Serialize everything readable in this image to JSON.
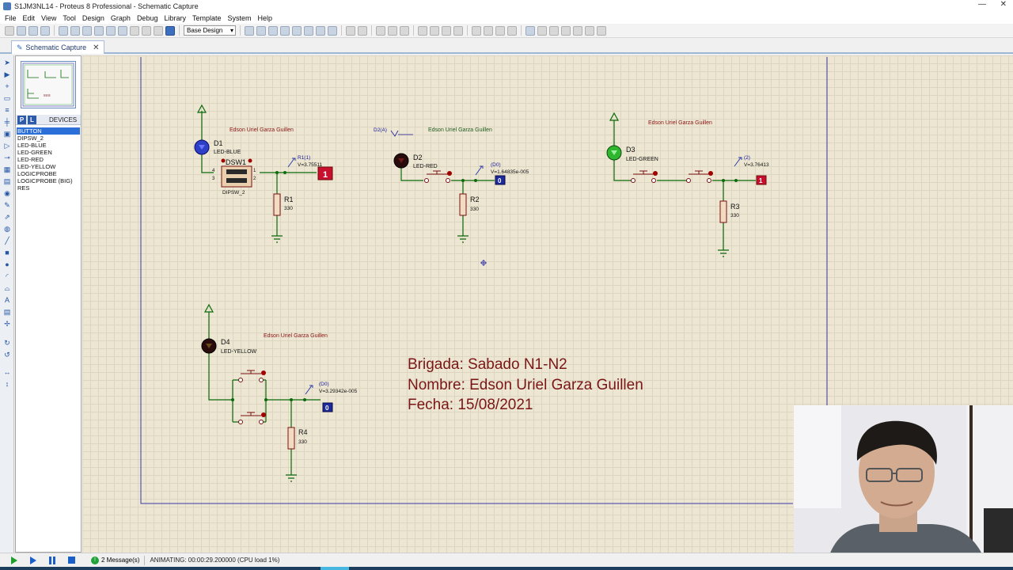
{
  "window": {
    "title": "S1JM3NL14 - Proteus 8 Professional - Schematic Capture",
    "minimize": "—",
    "close": "✕"
  },
  "menu": [
    "File",
    "Edit",
    "View",
    "Tool",
    "Design",
    "Graph",
    "Debug",
    "Library",
    "Template",
    "System",
    "Help"
  ],
  "toolbar": {
    "design_combo": "Base Design"
  },
  "tab": {
    "label": "Schematic Capture",
    "close": "✕"
  },
  "devices": {
    "p_button": "P",
    "l_button": "L",
    "title": "DEVICES",
    "items": [
      "BUTTON",
      "DIPSW_2",
      "LED-BLUE",
      "LED-GREEN",
      "LED-RED",
      "LED-YELLOW",
      "LOGICPROBE",
      "LOGICPROBE (BIG)",
      "RES"
    ],
    "selected_index": 0
  },
  "schematic": {
    "author_label": "Edson Uriel Garza Guillen",
    "d1": {
      "ref": "D1",
      "type": "LED-BLUE"
    },
    "dsw1": {
      "ref": "DSW1",
      "type": "DIPSW_2",
      "pin1": "1",
      "pin2": "2",
      "pin3": "3",
      "pin4": "4"
    },
    "r1": {
      "ref": "R1",
      "value": "330"
    },
    "probe1": {
      "name": "R1(1)",
      "voltage": "V=3.75511",
      "state": "1"
    },
    "d2": {
      "ref": "D2",
      "type": "LED-RED",
      "net": "D2(A)"
    },
    "r2": {
      "ref": "R2",
      "value": "330"
    },
    "probe2": {
      "name": "(D0)",
      "voltage": "V=1.64835e-005",
      "state": "0"
    },
    "d3": {
      "ref": "D3",
      "type": "LED-GREEN"
    },
    "r3": {
      "ref": "R3",
      "value": "330"
    },
    "probe3": {
      "name": "(2)",
      "voltage": "V=3.76413",
      "state": "1"
    },
    "d4": {
      "ref": "D4",
      "type": "LED-YELLOW"
    },
    "r4": {
      "ref": "R4",
      "value": "330"
    },
    "probe4": {
      "name": "(D0)",
      "voltage": "V=3.29342e-005",
      "state": "0"
    },
    "info": {
      "brigada": "Brigada: Sabado N1-N2",
      "nombre": "Nombre: Edson Uriel Garza Guillen",
      "fecha": "Fecha: 15/08/2021"
    }
  },
  "status": {
    "messages": "2 Message(s)",
    "animating": "ANIMATING: 00:00:29.200000 (CPU load 1%)"
  },
  "colors": {
    "wire": "#0b6a0b",
    "comp_outline": "#7a1010",
    "comp_fill": "#f1dcc2",
    "label_red": "#8a1414",
    "label_green": "#1f5a1f",
    "led_blue": "#2d3ec7",
    "led_green": "#2fb62f",
    "led_off": "#2a0b0b",
    "probe_high": "#c8102e",
    "probe_low": "#1d2a99",
    "sheet_border": "#3a3aa8",
    "info_text": "#7a1616"
  },
  "icons": [
    "select-arrow-icon",
    "component-icon",
    "junction-icon",
    "wire-label-icon",
    "text-script-icon",
    "bus-icon",
    "subcircuit-icon",
    "terminal-icon",
    "pin-icon",
    "graph-icon",
    "tape-icon",
    "generator-icon",
    "voltage-probe-icon",
    "current-probe-icon",
    "instrument-icon",
    "line-icon",
    "box-icon",
    "circle-icon",
    "arc-icon",
    "path-icon",
    "text-icon",
    "symbol-icon",
    "marker-icon",
    "rotate-cw-icon",
    "rotate-ccw-icon",
    "flip-h-icon",
    "flip-v-icon"
  ]
}
